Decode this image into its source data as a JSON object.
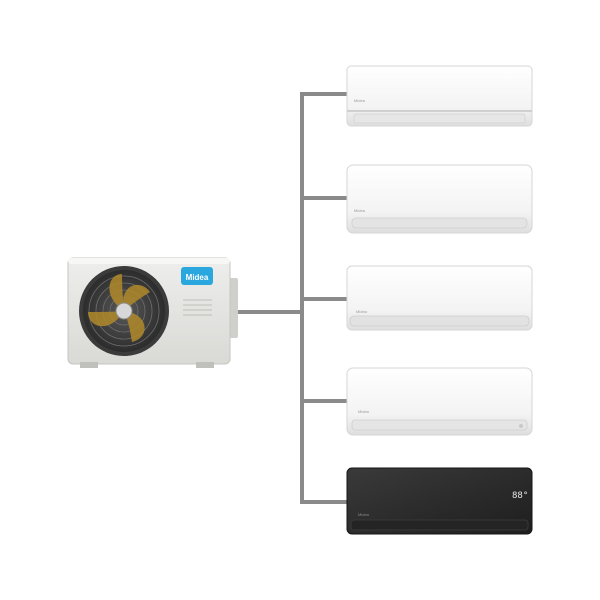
{
  "outdoor_unit": {
    "logo_text": "Midea"
  },
  "indoor_units": [
    {
      "logo_text": "Midea",
      "finish": "#f4f4f4"
    },
    {
      "logo_text": "Midea",
      "finish": "#f6f6f6"
    },
    {
      "logo_text": "Midea",
      "finish": "#f7f7f7"
    },
    {
      "logo_text": "Midea",
      "finish": "#f5f5f5"
    },
    {
      "logo_text": "Midea",
      "finish": "#2b2b2b",
      "display": "88°"
    }
  ],
  "colors": {
    "pipe": "#8a8a8a",
    "logo_badge": "#2aa7df"
  }
}
